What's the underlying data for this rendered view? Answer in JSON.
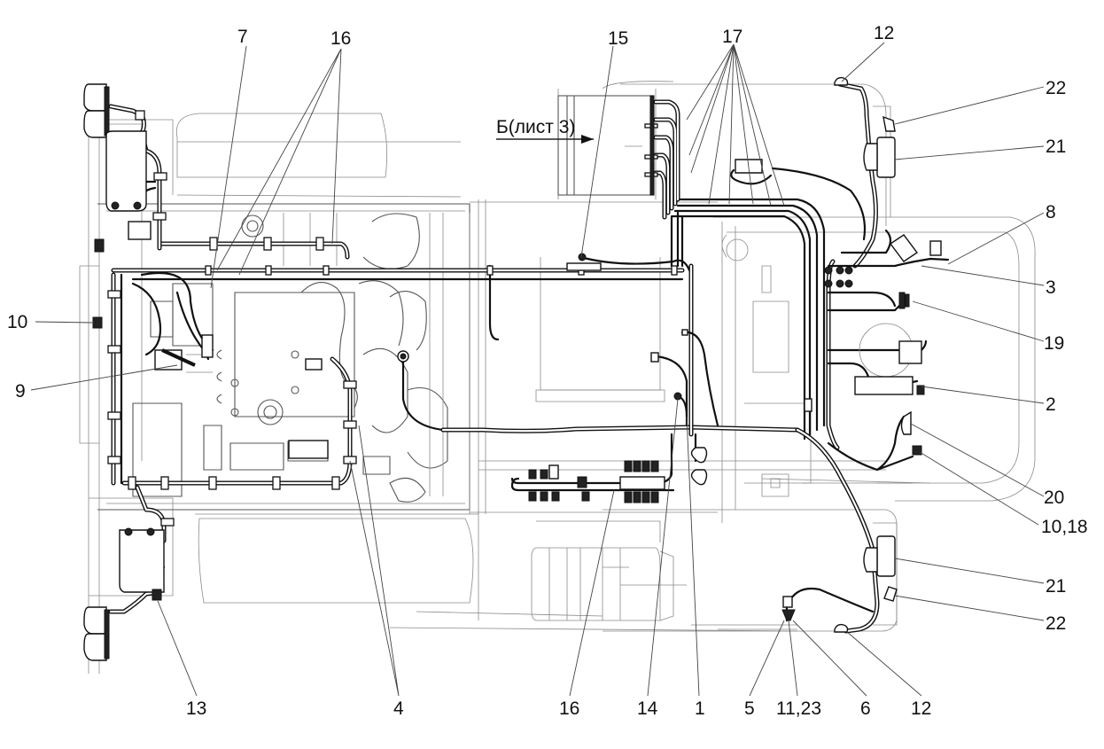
{
  "drawing": {
    "title": "Tractor electrical harness layout (top view)",
    "view_note": "Б(лист 3)",
    "callouts": [
      {
        "id": "c7",
        "text": "7"
      },
      {
        "id": "c16_top",
        "text": "16"
      },
      {
        "id": "c15",
        "text": "15"
      },
      {
        "id": "c17",
        "text": "17"
      },
      {
        "id": "c12_top",
        "text": "12"
      },
      {
        "id": "c22_top",
        "text": "22"
      },
      {
        "id": "c21_top",
        "text": "21"
      },
      {
        "id": "c8",
        "text": "8"
      },
      {
        "id": "c3",
        "text": "3"
      },
      {
        "id": "c19",
        "text": "19"
      },
      {
        "id": "c2",
        "text": "2"
      },
      {
        "id": "c20",
        "text": "20"
      },
      {
        "id": "c10_18",
        "text": "10,18"
      },
      {
        "id": "c21_bot",
        "text": "21"
      },
      {
        "id": "c22_bot",
        "text": "22"
      },
      {
        "id": "c12_bot",
        "text": "12"
      },
      {
        "id": "c6",
        "text": "6"
      },
      {
        "id": "c11_23",
        "text": "11,23"
      },
      {
        "id": "c5",
        "text": "5"
      },
      {
        "id": "c1",
        "text": "1"
      },
      {
        "id": "c14",
        "text": "14"
      },
      {
        "id": "c16_bot",
        "text": "16"
      },
      {
        "id": "c4",
        "text": "4"
      },
      {
        "id": "c13",
        "text": "13"
      },
      {
        "id": "c9",
        "text": "9"
      },
      {
        "id": "c10",
        "text": "10"
      }
    ]
  }
}
